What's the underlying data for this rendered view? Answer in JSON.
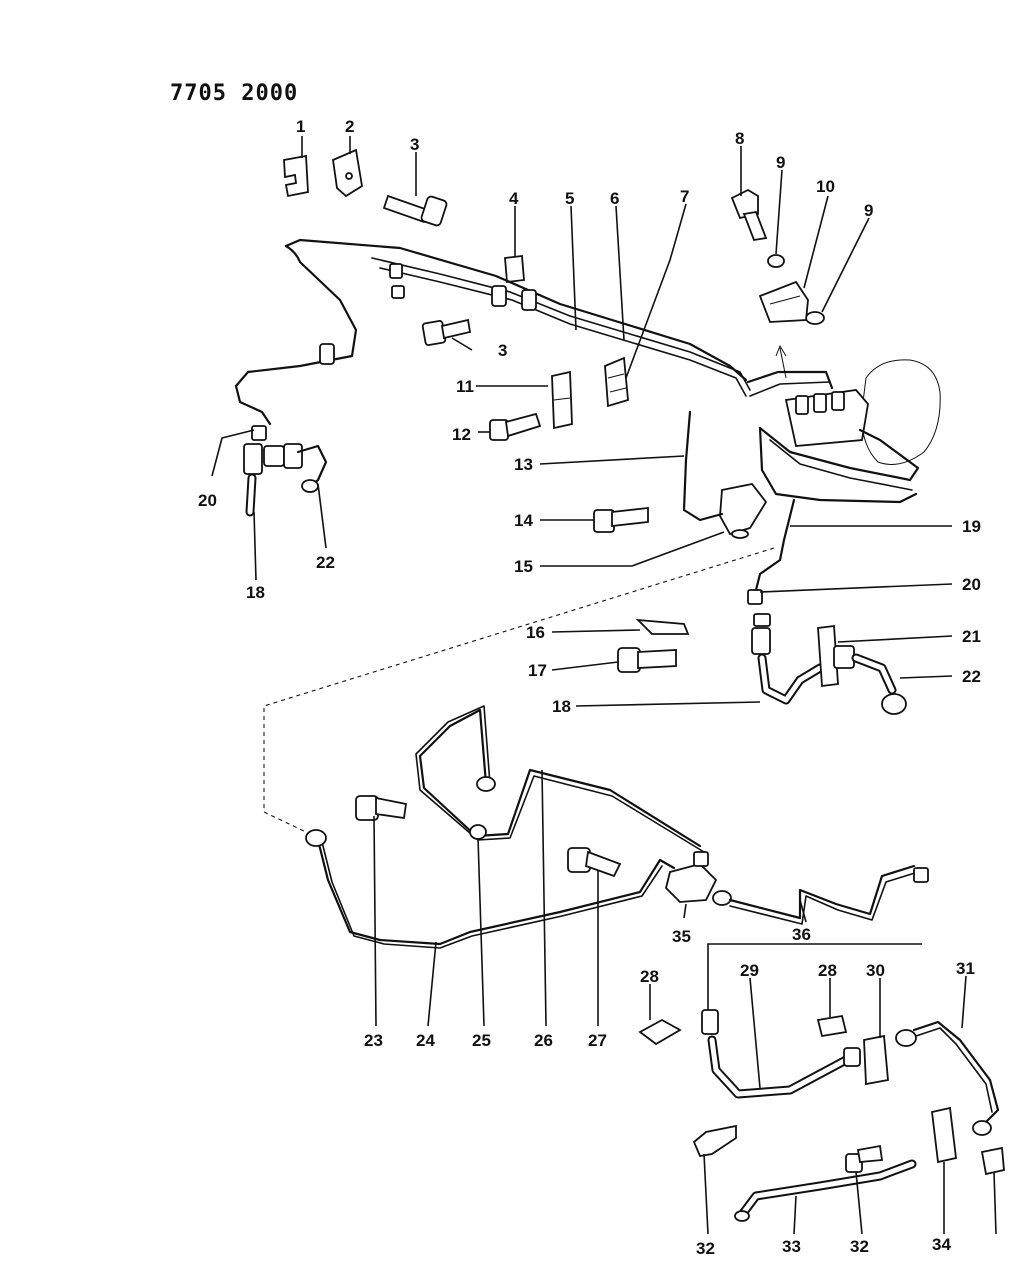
{
  "diagram_code": "7705 2000",
  "callouts": [
    {
      "id": "1",
      "label": "1"
    },
    {
      "id": "2",
      "label": "2"
    },
    {
      "id": "3a",
      "label": "3"
    },
    {
      "id": "3b",
      "label": "3"
    },
    {
      "id": "4",
      "label": "4"
    },
    {
      "id": "5",
      "label": "5"
    },
    {
      "id": "6",
      "label": "6"
    },
    {
      "id": "7",
      "label": "7"
    },
    {
      "id": "8",
      "label": "8"
    },
    {
      "id": "9a",
      "label": "9"
    },
    {
      "id": "9b",
      "label": "9"
    },
    {
      "id": "10",
      "label": "10"
    },
    {
      "id": "11",
      "label": "11"
    },
    {
      "id": "12",
      "label": "12"
    },
    {
      "id": "13",
      "label": "13"
    },
    {
      "id": "14",
      "label": "14"
    },
    {
      "id": "15",
      "label": "15"
    },
    {
      "id": "16",
      "label": "16"
    },
    {
      "id": "17",
      "label": "17"
    },
    {
      "id": "18a",
      "label": "18"
    },
    {
      "id": "18b",
      "label": "18"
    },
    {
      "id": "19",
      "label": "19"
    },
    {
      "id": "20a",
      "label": "20"
    },
    {
      "id": "20b",
      "label": "20"
    },
    {
      "id": "21",
      "label": "21"
    },
    {
      "id": "22a",
      "label": "22"
    },
    {
      "id": "22b",
      "label": "22"
    },
    {
      "id": "23",
      "label": "23"
    },
    {
      "id": "24",
      "label": "24"
    },
    {
      "id": "25",
      "label": "25"
    },
    {
      "id": "26",
      "label": "26"
    },
    {
      "id": "27",
      "label": "27"
    },
    {
      "id": "28a",
      "label": "28"
    },
    {
      "id": "28b",
      "label": "28"
    },
    {
      "id": "29",
      "label": "29"
    },
    {
      "id": "30",
      "label": "30"
    },
    {
      "id": "31",
      "label": "31"
    },
    {
      "id": "32a",
      "label": "32"
    },
    {
      "id": "32b",
      "label": "32"
    },
    {
      "id": "33",
      "label": "33"
    },
    {
      "id": "34",
      "label": "34"
    },
    {
      "id": "35",
      "label": "35"
    },
    {
      "id": "36",
      "label": "36"
    }
  ]
}
